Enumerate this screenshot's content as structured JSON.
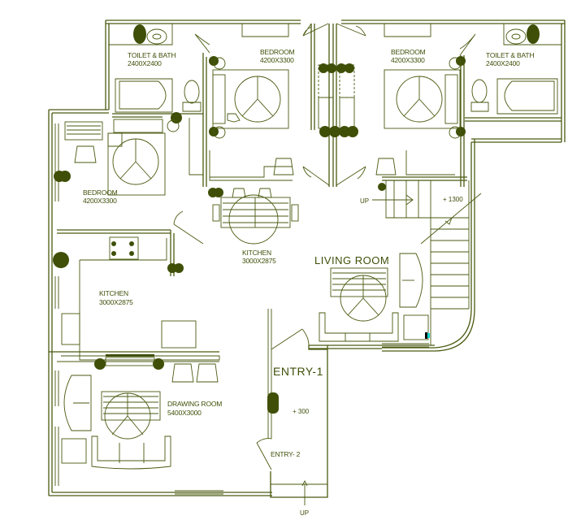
{
  "drawing": {
    "type": "Architectural floor plan",
    "line_color": "#4a5a10",
    "fill_color": "#3f4f08",
    "background": "#ffffff"
  },
  "rooms": {
    "toilet_left": {
      "name": "TOILET & BATH",
      "size": "2400X2400"
    },
    "bedroom_top_left": {
      "name": "BEDROOM",
      "size": "4200X3300"
    },
    "bedroom_top_right": {
      "name": "BEDROOM",
      "size": "4200X3300"
    },
    "toilet_right": {
      "name": "TOILET & BATH",
      "size": "2400X2400"
    },
    "bedroom_left": {
      "name": "BEDROOM",
      "size": "4200X3300"
    },
    "kitchen_dining": {
      "name": "KITCHEN",
      "size": "3000X2875"
    },
    "kitchen_left": {
      "name": "KITCHEN",
      "size": "3000X2875"
    },
    "living_room": {
      "name": "LIVING ROOM"
    },
    "drawing_room": {
      "name": "DRAWING ROOM",
      "size": "5400X3000"
    },
    "entry_1": {
      "name": "ENTRY-1"
    },
    "entry_2": {
      "name": "ENTRY- 2"
    }
  },
  "annotations": {
    "stair_up": "UP",
    "stair_level": "+ 1300",
    "entry_level": "+ 300",
    "entry_up": "UP"
  },
  "accent_marker_color": "#17d6d6"
}
